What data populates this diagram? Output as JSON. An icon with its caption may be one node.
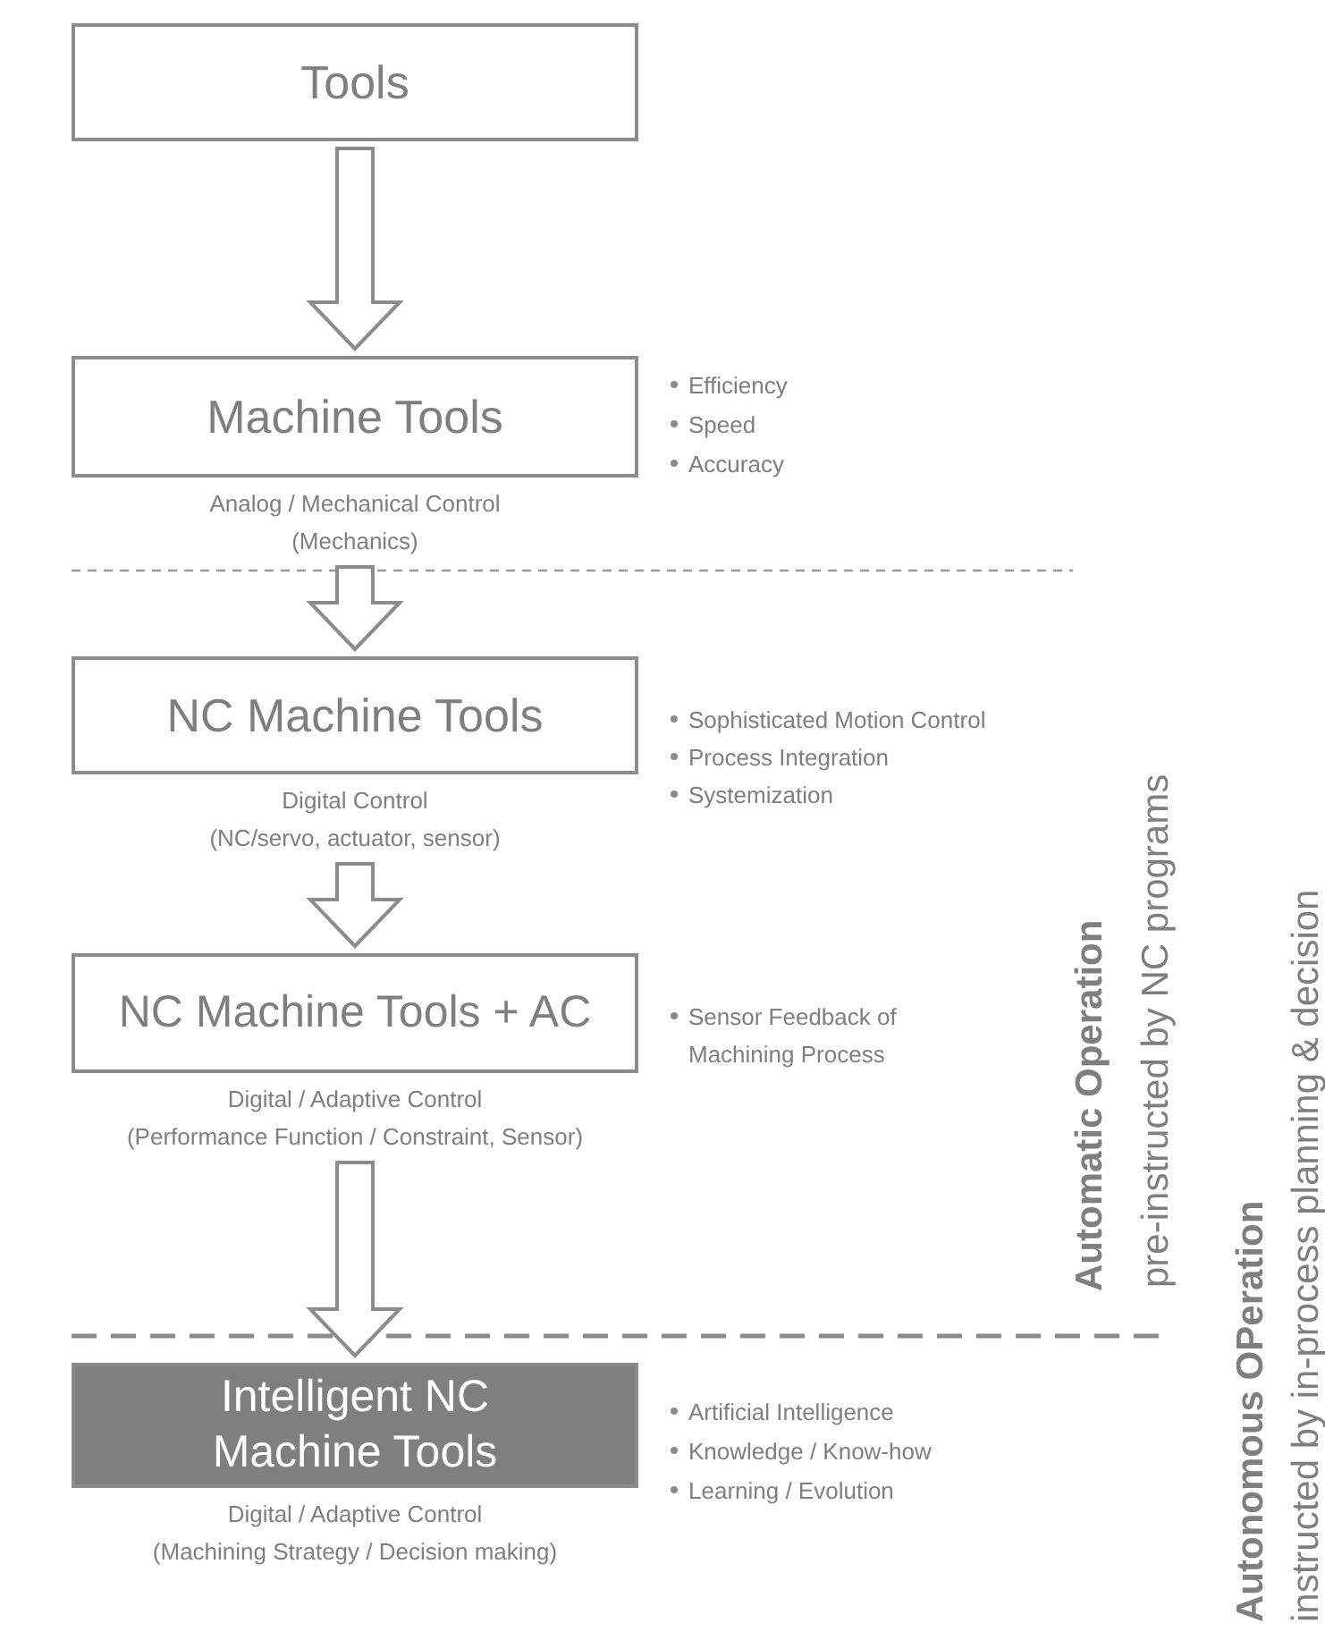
{
  "diagram": {
    "nodes": [
      {
        "text": [
          "Tools"
        ]
      },
      {
        "text": [
          "Machine Tools"
        ],
        "beside": [
          "Analog / Mechanical Control",
          "(Mechanics)"
        ]
      },
      {
        "text": [
          "NC Machine Tools"
        ],
        "beside": [
          "Digital Control",
          "(NC/servo, actuator, sensor)"
        ]
      },
      {
        "text": [
          "NC Machine Tools + AC"
        ],
        "beside": [
          "Digital / Adaptive Control",
          "(Performance Function / Constraint, Sensor)"
        ]
      },
      {
        "text": [
          "Intelligent NC Machine Tools"
        ],
        "beside": [
          "Digital / Adaptive Control",
          "(Machining Strategy / Decision making)"
        ]
      }
    ],
    "edges": [
      {
        "from": 0,
        "to": 1,
        "arrow": "to"
      },
      {
        "from": 1,
        "to": 2,
        "arrow": "to"
      },
      {
        "from": 2,
        "to": 3,
        "arrow": "to"
      },
      {
        "from": 3,
        "to": 4,
        "arrow": "to"
      }
    ],
    "labels": [
      "Efficiency",
      "Speed",
      "Accuracy",
      "Sophisticated Motion Control",
      "Process Integration",
      "Systemization",
      "Sensor Feedback of Machining Process",
      "Artificial Intelligence",
      "Knowledge / Know-how",
      "Learning / Evolution",
      "Automatic Operation",
      "pre-instructed by NC programs",
      "Autonomous OPeration",
      "instructed by in-process planning & decision"
    ]
  }
}
